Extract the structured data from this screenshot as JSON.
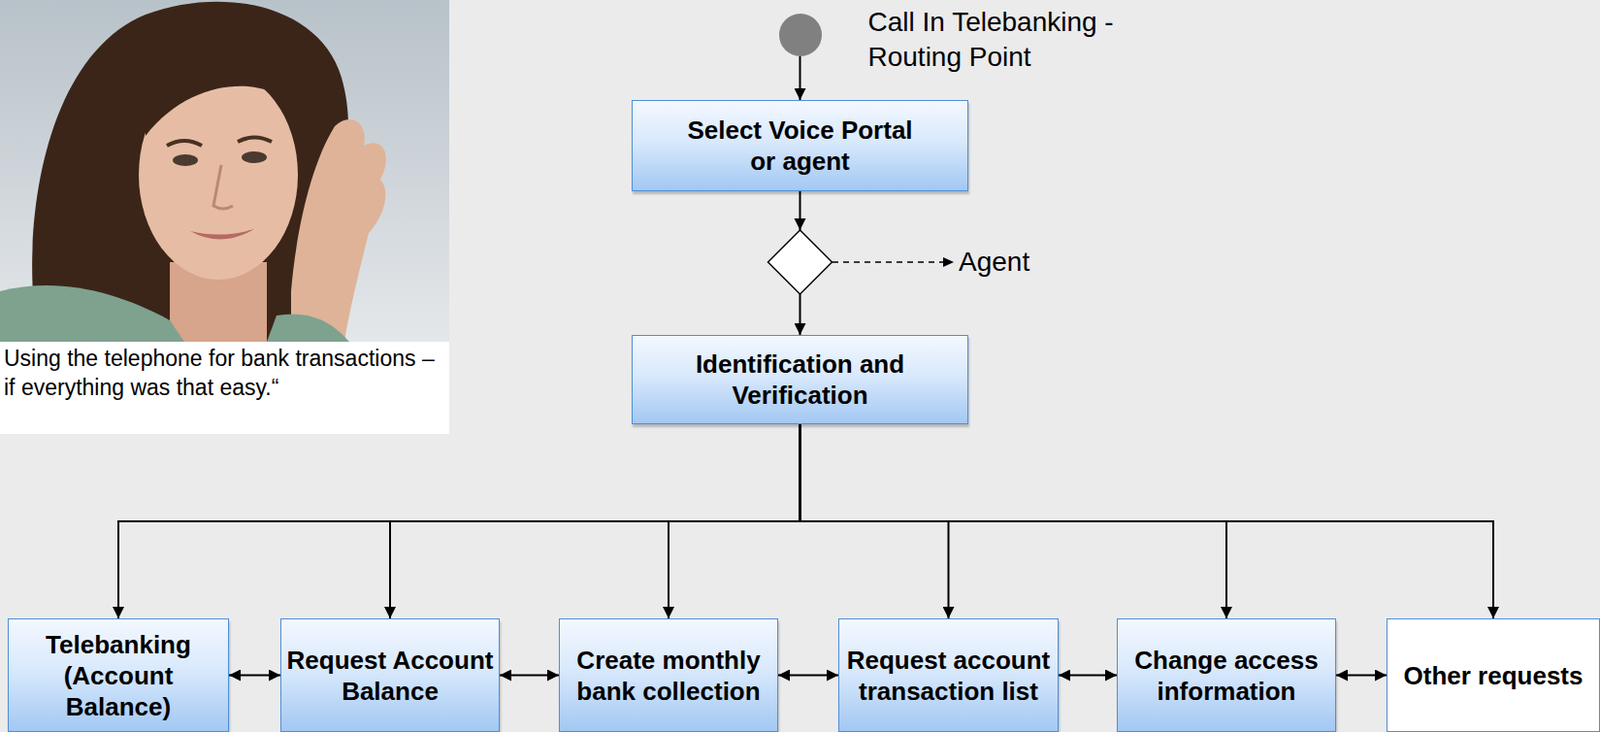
{
  "diagram": {
    "nodes": [
      {
        "text": [
          "Call In Telebanking - Routing Point"
        ]
      },
      {
        "text": [
          "Select Voice Portal or agent"
        ]
      },
      {
        "text": [
          "Identification and Verification"
        ]
      },
      {
        "text": [
          "Telebanking (Account Balance)"
        ]
      },
      {
        "text": [
          "Request Account Balance"
        ]
      },
      {
        "text": [
          "Create monthly bank collection"
        ]
      },
      {
        "text": [
          "Request account transaction list"
        ]
      },
      {
        "text": [
          "Change access information"
        ]
      },
      {
        "text": [
          "Other requests"
        ]
      }
    ],
    "edges": [
      {
        "from": 0,
        "to": 1,
        "arrow": "to"
      },
      {
        "from": 1,
        "to": 2,
        "arrow": "to"
      },
      {
        "from": 2,
        "to": 3,
        "arrow": "to"
      },
      {
        "from": 2,
        "to": 4,
        "arrow": "to"
      },
      {
        "from": 2,
        "to": 5,
        "arrow": "to"
      },
      {
        "from": 2,
        "to": 6,
        "arrow": "to"
      },
      {
        "from": 2,
        "to": 7,
        "arrow": "to"
      },
      {
        "from": 2,
        "to": 8,
        "arrow": "to"
      },
      {
        "from": 3,
        "to": 4,
        "arrow": "both"
      },
      {
        "from": 4,
        "to": 5,
        "arrow": "both"
      },
      {
        "from": 5,
        "to": 6,
        "arrow": "both"
      },
      {
        "from": 6,
        "to": 7,
        "arrow": "both"
      },
      {
        "from": 7,
        "to": 8,
        "arrow": "both"
      }
    ],
    "labels": [
      "Agent",
      "Using the telephone for bank transactions – if everything was that easy.“"
    ]
  }
}
